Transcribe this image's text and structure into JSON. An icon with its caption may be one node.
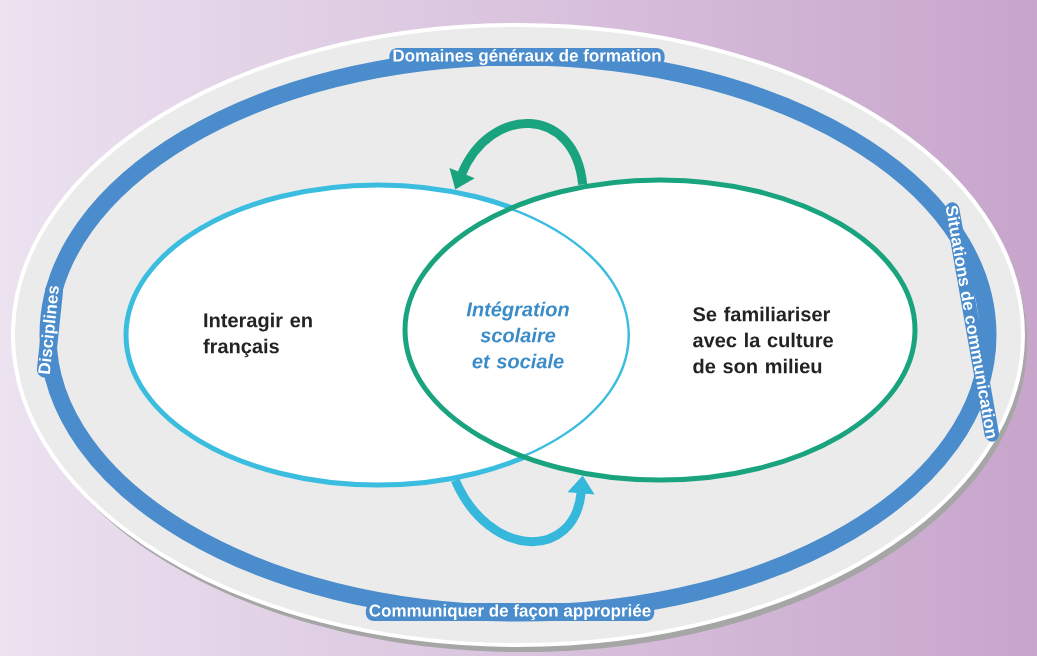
{
  "diagram": {
    "nodes": [
      {
        "text": [
          "Interagir en français"
        ]
      },
      {
        "text": [
          "Se familiariser avec la culture de son milieu"
        ]
      }
    ],
    "edges": [
      {
        "from": 1,
        "to": 0,
        "arrow": "to",
        "color": "#1aa37f"
      },
      {
        "from": 0,
        "to": 1,
        "arrow": "to",
        "color": "#35b8dc"
      }
    ],
    "labels": [
      "Domaines généraux de formation",
      "Situations de communication",
      "Disciplines",
      "Intégration scolaire et sociale",
      "Communiquer de façon appropriée"
    ]
  }
}
